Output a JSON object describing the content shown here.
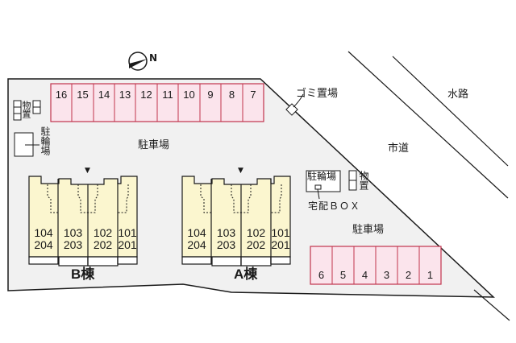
{
  "compass": {
    "label": "N",
    "icon": "north-arrow-icon"
  },
  "roads": {
    "city_road": "市道",
    "waterway": "水路"
  },
  "labels": {
    "garbage": "ゴミ置場",
    "parking_main": "駐車場",
    "parking_right": "駐車場",
    "bicycle_left": "駐輪場",
    "storage_left": "物置",
    "bicycle_right": "駐輪場",
    "storage_right": "物置",
    "delivery_box": "宅配ＢＯＸ"
  },
  "parking_top": [
    "16",
    "15",
    "14",
    "13",
    "12",
    "11",
    "10",
    "9",
    "8",
    "7"
  ],
  "parking_bottom": [
    "6",
    "5",
    "4",
    "3",
    "2",
    "1"
  ],
  "buildings": [
    {
      "name": "B棟",
      "units": [
        {
          "lower": "104",
          "upper": "204"
        },
        {
          "lower": "103",
          "upper": "203"
        },
        {
          "lower": "102",
          "upper": "202"
        },
        {
          "lower": "101",
          "upper": "201"
        }
      ]
    },
    {
      "name": "A棟",
      "units": [
        {
          "lower": "104",
          "upper": "204"
        },
        {
          "lower": "103",
          "upper": "203"
        },
        {
          "lower": "102",
          "upper": "202"
        },
        {
          "lower": "101",
          "upper": "201"
        }
      ]
    }
  ],
  "entrance_marker": "▼",
  "colors": {
    "site_fill": "#f1f1f1",
    "parking_fill": "#fbe4ec",
    "parking_border": "#c0344c",
    "building_fill": "#fbf6cf",
    "line": "#1a1a1a"
  }
}
